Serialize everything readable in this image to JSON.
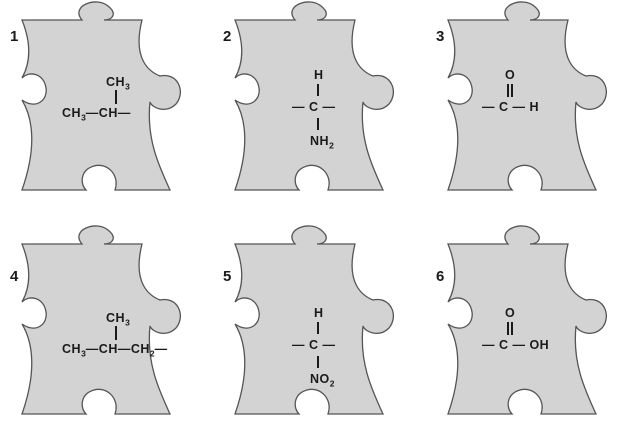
{
  "pieces": [
    {
      "number": "1",
      "substituent": "CH",
      "sub_sub": "3",
      "l_a": "CH",
      "l_a_sub": "3",
      "l_b": "—CH—",
      "l_c": ""
    },
    {
      "number": "2",
      "top": "H",
      "mid": "— C —",
      "bottom": "NH",
      "bottom_sub": "2"
    },
    {
      "number": "3",
      "top": "O",
      "mid": "— C — H"
    },
    {
      "number": "4",
      "substituent": "CH",
      "sub_sub": "3",
      "l_a": "CH",
      "l_a_sub": "3",
      "l_b": "—CH—CH",
      "l_b_sub": "2",
      "l_c": "—"
    },
    {
      "number": "5",
      "top": "H",
      "mid": "— C —",
      "bottom": "NO",
      "bottom_sub": "2"
    },
    {
      "number": "6",
      "top": "O",
      "mid": "— C — OH"
    }
  ],
  "colors": {
    "piece_fill": "#d3d3d3",
    "piece_stroke": "#555555",
    "text": "#1a1a1a"
  }
}
